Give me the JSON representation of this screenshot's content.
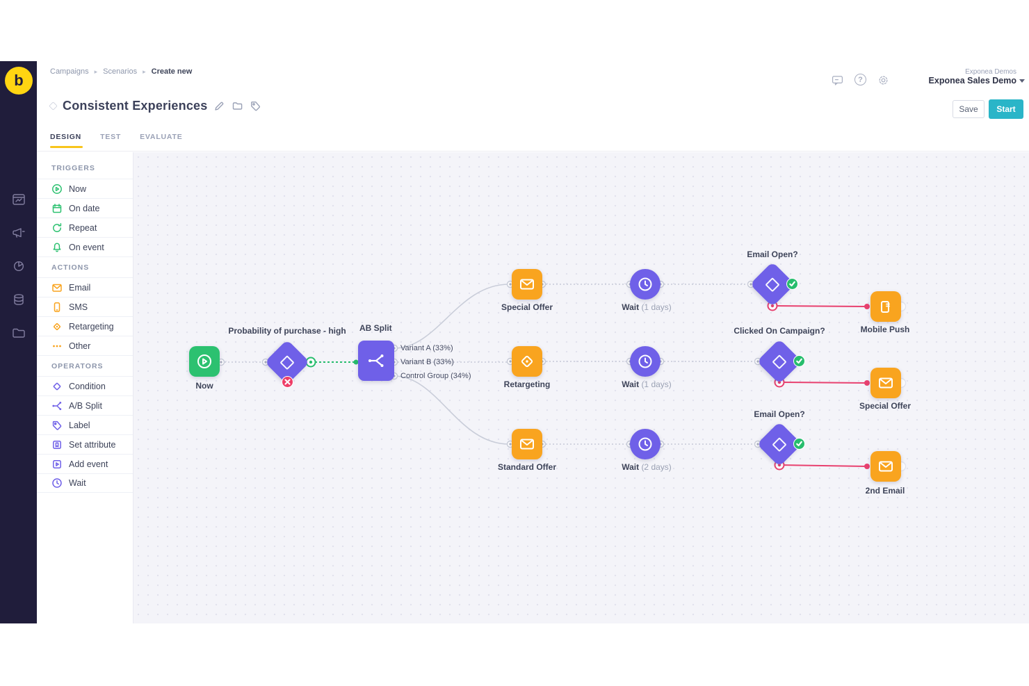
{
  "colors": {
    "sidebar_bg": "#201d3b",
    "brand_yellow": "#ffd512",
    "trigger_green": "#2cc170",
    "action_orange": "#f9a41f",
    "operator_purple": "#6f60e8",
    "success_green": "#27bd6d",
    "error_red": "#ee3d67",
    "flow_pink": "#e8416f",
    "start_teal": "#2ab5c8",
    "tab_underline_yellow": "#f8c51c",
    "canvas_bg": "#f4f4f9"
  },
  "brand": {
    "logo_letter": "b"
  },
  "breadcrumb": {
    "items": [
      "Campaigns",
      "Scenarios",
      "Create new"
    ],
    "separator": "▸"
  },
  "header": {
    "title": "Consistent Experiences",
    "account_org": "Exponea Demos",
    "account_name": "Exponea Sales Demo",
    "help_glyph": "?",
    "save_label": "Save",
    "start_label": "Start"
  },
  "tabs": [
    {
      "label": "DESIGN",
      "active": true
    },
    {
      "label": "TEST",
      "active": false
    },
    {
      "label": "EVALUATE",
      "active": false
    }
  ],
  "palette": {
    "sections": [
      {
        "title": "TRIGGERS",
        "items": [
          {
            "label": "Now"
          },
          {
            "label": "On date"
          },
          {
            "label": "Repeat"
          },
          {
            "label": "On event"
          }
        ]
      },
      {
        "title": "ACTIONS",
        "items": [
          {
            "label": "Email"
          },
          {
            "label": "SMS"
          },
          {
            "label": "Retargeting"
          },
          {
            "label": "Other"
          }
        ]
      },
      {
        "title": "OPERATORS",
        "items": [
          {
            "label": "Condition"
          },
          {
            "label": "A/B Split"
          },
          {
            "label": "Label"
          },
          {
            "label": "Set attribute"
          },
          {
            "label": "Add event"
          },
          {
            "label": "Wait"
          }
        ]
      }
    ]
  },
  "canvas": {
    "nodes": {
      "now": {
        "label": "Now"
      },
      "condition": {
        "label": "Probability of purchase - high"
      },
      "ab_split": {
        "label": "AB Split",
        "ports": [
          "Variant A (33%)",
          "Variant B (33%)",
          "Control Group (34%)"
        ]
      },
      "special_offer_top": {
        "label": "Special Offer"
      },
      "wait_top": {
        "title": "Wait",
        "detail": "(1 days)"
      },
      "email_open_top": {
        "label": "Email Open?"
      },
      "mobile_push": {
        "label": "Mobile Push"
      },
      "retargeting": {
        "label": "Retargeting"
      },
      "wait_mid": {
        "title": "Wait",
        "detail": "(1 days)"
      },
      "clicked_on_campaign": {
        "label": "Clicked On Campaign?"
      },
      "special_offer_right": {
        "label": "Special Offer"
      },
      "standard_offer": {
        "label": "Standard Offer"
      },
      "wait_bottom": {
        "title": "Wait",
        "detail": "(2 days)"
      },
      "email_open_bottom": {
        "label": "Email Open?"
      },
      "second_email": {
        "label": "2nd Email"
      }
    }
  }
}
